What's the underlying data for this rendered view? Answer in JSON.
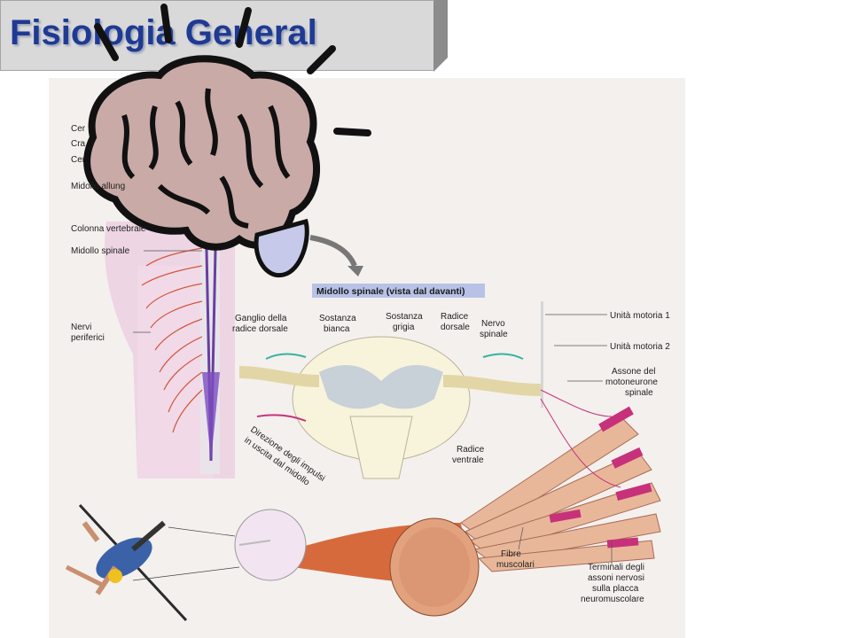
{
  "slide": {
    "title": "Fisiologia General"
  },
  "figure": {
    "left_labels": {
      "cervello_1": "Cer",
      "cervello_2": "Cra",
      "cervello_3": "Cer",
      "midollo_allungato": "Midollo allung",
      "colonna_vertebrale": "Colonna vertebrale",
      "midollo_spinale": "Midollo spinale",
      "nervi_periferici": [
        "Nervi",
        "periferici"
      ]
    },
    "panel_title": "Midollo spinale (vista dal davanti)",
    "cross_section_labels": {
      "ganglio": [
        "Ganglio della",
        "radice dorsale"
      ],
      "sostanza_bianca": [
        "Sostanza",
        "bianca"
      ],
      "sostanza_grigia": [
        "Sostanza",
        "grigia"
      ],
      "radice_dorsale": [
        "Radice",
        "dorsale"
      ],
      "nervo_spinale": [
        "Nervo",
        "spinale"
      ],
      "radice_ventrale": [
        "Radice",
        "ventrale"
      ],
      "direzione": [
        "Direzione degli impulsi",
        "in uscita dal midollo"
      ]
    },
    "right_labels": {
      "unita_motoria_1": "Unità motoria 1",
      "unita_motoria_2": "Unità motoria 2",
      "assone": [
        "Assone del",
        "motoneurone",
        "spinale"
      ],
      "fibre": [
        "Fibre",
        "muscolari"
      ],
      "terminali": [
        "Terminali degli",
        "assoni nervosi",
        "sulla placca",
        "neuromuscolare"
      ]
    }
  },
  "colors": {
    "title_text": "#1f3a93",
    "title_bar": "#d9d9d9",
    "brain_fill": "#c9aaa6",
    "nerves": "#d2563a",
    "spinal_cord": "#6a3fa0",
    "muscle": "#e8b79a",
    "endplate": "#c7317a",
    "panel_header": "#b7c2e6"
  }
}
